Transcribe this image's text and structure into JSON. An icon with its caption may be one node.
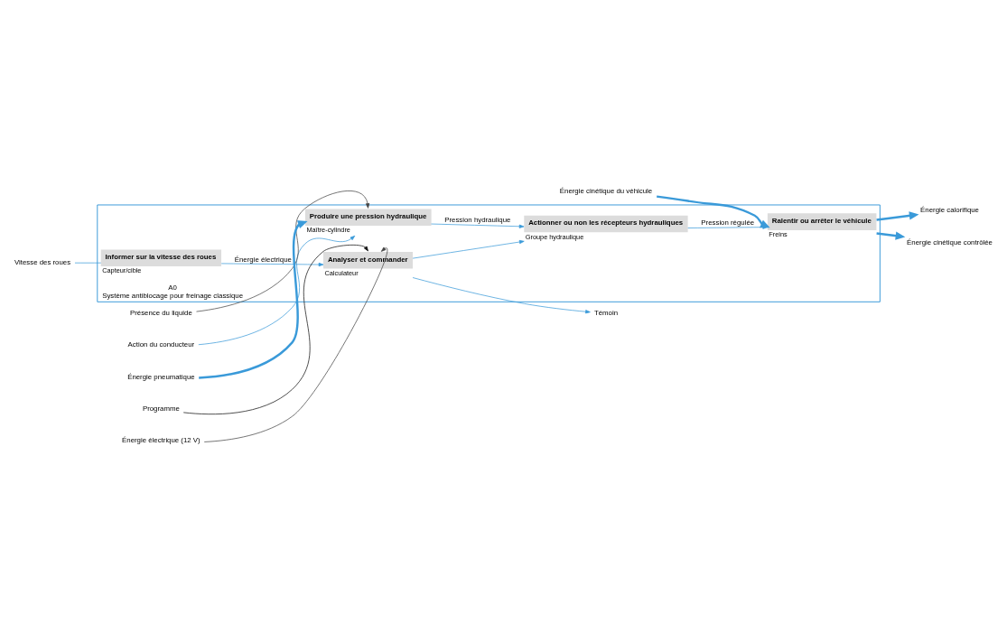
{
  "diagram": {
    "nodes": [
      {
        "text": [
          "A0",
          "Système antiblocage pour freinage classique"
        ]
      },
      {
        "text": [
          "Informer sur la vitesse des roues"
        ],
        "beside": [
          "Capteur/cible"
        ],
        "in": 0
      },
      {
        "text": [
          "Analyser et commander"
        ],
        "beside": [
          "Calculateur"
        ],
        "in": 0
      },
      {
        "text": [
          "Produire une pression hydraulique"
        ],
        "beside": [
          "Maître-cylindre"
        ],
        "in": 0
      },
      {
        "text": [
          "Actionner ou non les récepteurs hydrauliques"
        ],
        "beside": [
          "Groupe hydraulique"
        ],
        "in": 0
      },
      {
        "text": [
          "Ralentir ou arrêter le véhicule"
        ],
        "beside": [
          "Freins"
        ],
        "in": 0
      },
      {
        "text": [
          "Action du conducteur"
        ]
      },
      {
        "text": [
          "Présence du liquide"
        ]
      },
      {
        "text": [
          "Vitesse des roues"
        ]
      },
      {
        "text": [
          "Programme"
        ]
      },
      {
        "text": [
          "Énergie électrique (12 V)"
        ]
      },
      {
        "text": [
          "Témoin"
        ]
      },
      {
        "text": [
          "Énergie pneumatique"
        ]
      },
      {
        "text": [
          "Énergie cinétique du véhicule"
        ]
      },
      {
        "text": [
          "Énergie calorifique"
        ]
      },
      {
        "text": [
          "Énergie cinétique contrôlée"
        ]
      }
    ],
    "edges": [
      {
        "from": 1,
        "to": 2,
        "arrow": "to",
        "label": "Énergie électrique"
      },
      {
        "from": 2,
        "to": 4,
        "arrow": "to"
      },
      {
        "from": 3,
        "to": 4,
        "arrow": "to",
        "label": "Pression hydraulique"
      },
      {
        "from": 4,
        "to": 5,
        "arrow": "to",
        "label": "Pression régulée"
      },
      {
        "from": 6,
        "to": 3,
        "arrow": "to"
      },
      {
        "from": 7,
        "to": 3,
        "arrow": "to",
        "color": "#444444"
      },
      {
        "from": 8,
        "to": 1,
        "arrow": "none"
      },
      {
        "from": 9,
        "to": 2,
        "arrow": "to",
        "color": "#111111"
      },
      {
        "from": 10,
        "to": 2,
        "arrow": "to",
        "color": "#444444"
      },
      {
        "from": 2,
        "to": 11,
        "arrow": "to"
      },
      {
        "from": 12,
        "to": 3,
        "arrow": "to",
        "style": "thick"
      },
      {
        "from": 13,
        "to": 5,
        "arrow": "to",
        "style": "thick"
      },
      {
        "from": 5,
        "to": 14,
        "arrow": "to",
        "style": "thick"
      },
      {
        "from": 5,
        "to": 15,
        "arrow": "to",
        "style": "thick"
      }
    ]
  }
}
